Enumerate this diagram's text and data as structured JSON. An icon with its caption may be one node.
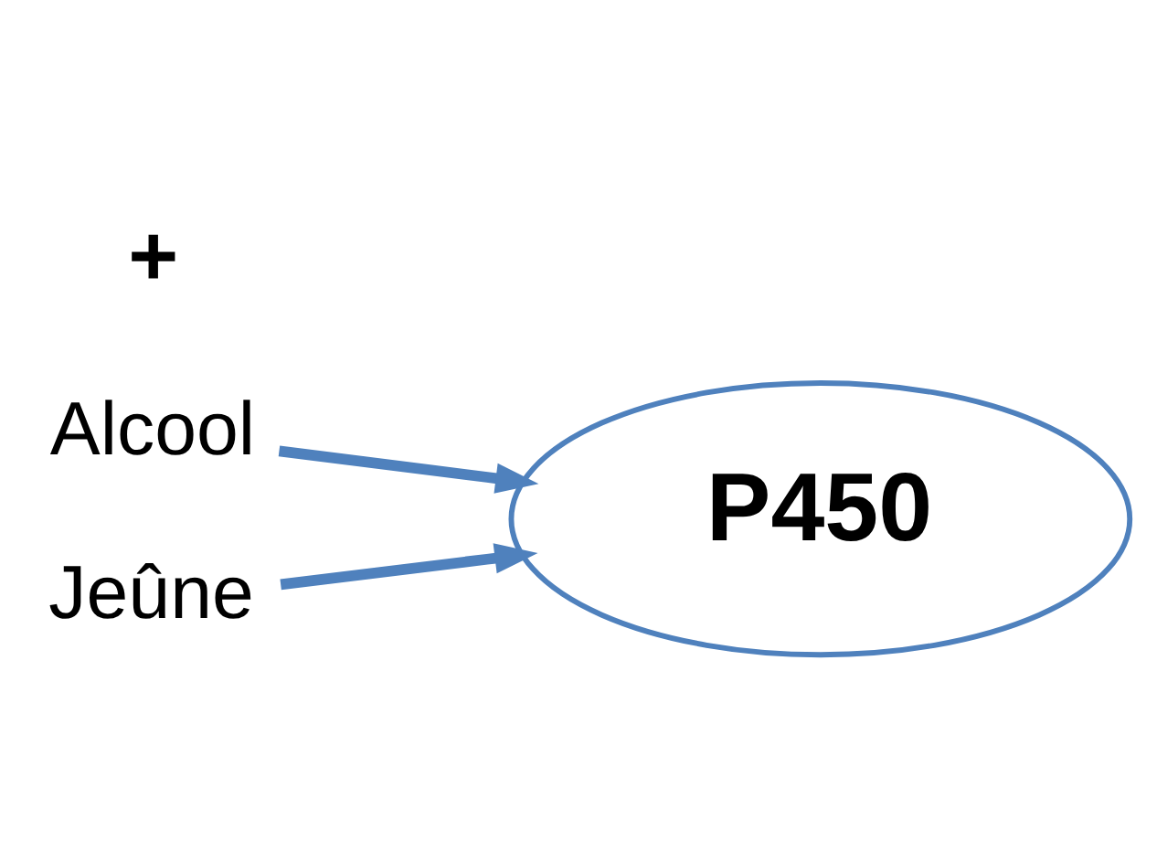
{
  "diagram": {
    "nodes": [
      {
        "text": [
          "Alcool"
        ]
      },
      {
        "text": [
          "P450"
        ]
      },
      {
        "text": [
          "Jeûne"
        ]
      }
    ],
    "edges": [
      {
        "from": 0,
        "to": 1,
        "arrow": "to"
      },
      {
        "from": 2,
        "to": 1,
        "arrow": "to"
      }
    ],
    "labels": [
      "+"
    ]
  }
}
